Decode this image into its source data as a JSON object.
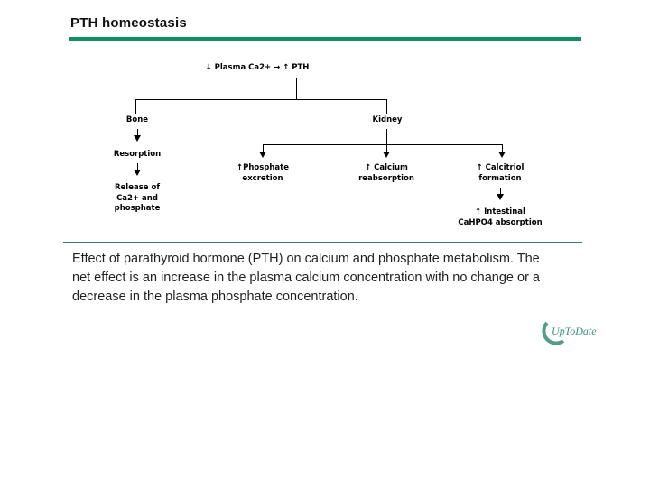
{
  "header": {
    "title": "PTH homeostasis",
    "rule_color": "#0e8f63"
  },
  "diagram": {
    "type": "flowchart",
    "nodes": {
      "root": "↓ Plasma Ca2+  →  ↑ PTH",
      "bone": "Bone",
      "kidney": "Kidney",
      "resorption": "Resorption",
      "release": "Release of\nCa2+ and\nphosphate",
      "phosphate_excretion": "↑Phosphate\nexcretion",
      "calcium_reabsorption": "↑ Calcium\nreabsorption",
      "calcitriol_formation": "↑ Calcitriol\nformation",
      "intestinal_absorption": "↑ Intestinal\nCaHPO4 absorption"
    }
  },
  "caption": {
    "text": "Effect of parathyroid hormone (PTH) on calcium and phosphate metabolism. The net effect is an increase in the plasma calcium concentration with no change or a decrease in the plasma phosphate concentration.",
    "rule_color": "#3c7f77"
  },
  "logo": {
    "text": "UpToDate",
    "color": "#4f9e8b"
  }
}
